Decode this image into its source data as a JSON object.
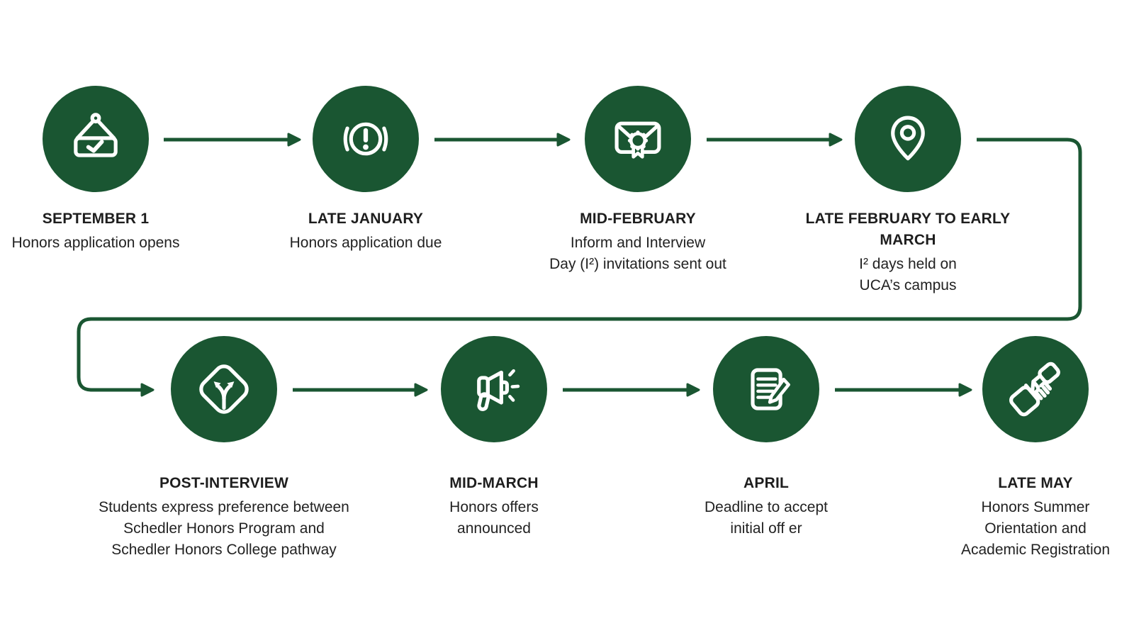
{
  "theme": {
    "background": "#ffffff",
    "node_green": "#1a5632",
    "arrow_green": "#1a5632",
    "icon_color": "#ffffff",
    "text_color": "#1e1e1e"
  },
  "timeline": {
    "nodes": [
      {
        "icon": "hanging-sign-check-icon",
        "title_lines": [
          "SEPTEMBER 1"
        ],
        "body_lines": [
          "Honors application opens"
        ]
      },
      {
        "icon": "alert-icon",
        "title_lines": [
          "LATE JANUARY"
        ],
        "body_lines": [
          "Honors application due"
        ]
      },
      {
        "icon": "invitation-envelope-icon",
        "title_lines": [
          "MID-FEBRUARY"
        ],
        "body_lines": [
          "Inform and Interview",
          "Day (I²) invitations sent out"
        ]
      },
      {
        "icon": "location-pin-icon",
        "title_lines": [
          "LATE FEBRUARY TO EARLY",
          "MARCH"
        ],
        "body_lines": [
          "I² days held on",
          "UCA’s campus"
        ]
      },
      {
        "icon": "fork-path-icon",
        "title_lines": [
          "POST-INTERVIEW"
        ],
        "body_lines": [
          "Students express preference between",
          "Schedler Honors Program and",
          "Schedler Honors College pathway"
        ]
      },
      {
        "icon": "megaphone-icon",
        "title_lines": [
          "MID-MARCH"
        ],
        "body_lines": [
          "Honors offers",
          "announced"
        ]
      },
      {
        "icon": "document-pencil-icon",
        "title_lines": [
          "APRIL"
        ],
        "body_lines": [
          "Deadline to accept",
          "initial off er"
        ]
      },
      {
        "icon": "handshake-icon",
        "title_lines": [
          "LATE MAY"
        ],
        "body_lines": [
          "Honors Summer",
          "Orientation and",
          "Academic Registration"
        ]
      }
    ]
  }
}
